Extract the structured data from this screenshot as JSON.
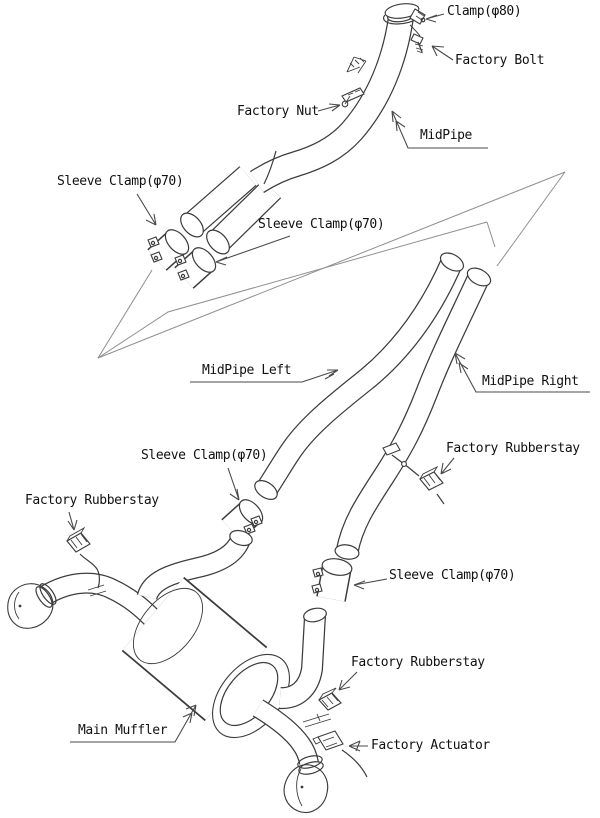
{
  "colors": {
    "background": "#ffffff",
    "line": "#3c3c3c",
    "direction_arrow_outline": "#8f8f8f",
    "leader_line": "#4a4a4a",
    "label_text": "#111111"
  },
  "callouts": {
    "clamp_phi80": {
      "label": "Clamp(φ80)"
    },
    "factory_bolt": {
      "label": "Factory Bolt"
    },
    "factory_nut": {
      "label": "Factory Nut"
    },
    "midpipe": {
      "label": "MidPipe"
    },
    "sleeve_clamp_front": {
      "label": "Sleeve Clamp(φ70)"
    },
    "sleeve_clamp_collector": {
      "label": "Sleeve Clamp(φ70)"
    },
    "midpipe_left": {
      "label": "MidPipe Left"
    },
    "midpipe_right": {
      "label": "MidPipe Right"
    },
    "sleeve_clamp_mid": {
      "label": "Sleeve Clamp(φ70)"
    },
    "factory_rubberstay_right": {
      "label": "Factory Rubberstay"
    },
    "factory_rubberstay_left": {
      "label": "Factory Rubberstay"
    },
    "sleeve_clamp_bottom": {
      "label": "Sleeve Clamp(φ70)"
    },
    "factory_rubberstay_bottom": {
      "label": "Factory Rubberstay"
    },
    "main_muffler": {
      "label": "Main Muffler"
    },
    "factory_actuator": {
      "label": "Factory Actuator"
    }
  }
}
